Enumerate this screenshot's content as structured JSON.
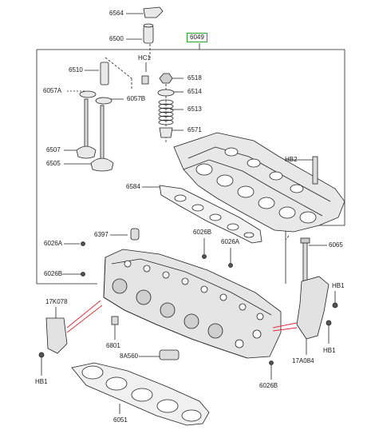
{
  "main_part_label": "6049",
  "accent_color": "#2aa52a",
  "callout_color": "#e0303a",
  "labels": {
    "l6564": "6564",
    "l6500": "6500",
    "l6049": "6049",
    "lHC1": "HC1",
    "l6510": "6510",
    "l6518": "6518",
    "l6514": "6514",
    "l6057A": "6057A",
    "l6057B": "6057B",
    "l6513": "6513",
    "l6571": "6571",
    "l6507": "6507",
    "l6505": "6505",
    "lHB2": "HB2",
    "l6584": "6584",
    "l6397": "6397",
    "l6026B_top": "6026B",
    "l6026A_left": "6026A",
    "l6026A_right": "6026A",
    "l6065": "6065",
    "l6026B_left": "6026B",
    "lHB1_right_top": "HB1",
    "l17K078": "17K078",
    "l6801": "6801",
    "lHB1_right_bottom": "HB1",
    "l8A560": "8A560",
    "l17A084": "17A084",
    "l6026B_bottom": "6026B",
    "lHB1_left": "HB1",
    "l6051": "6051"
  }
}
